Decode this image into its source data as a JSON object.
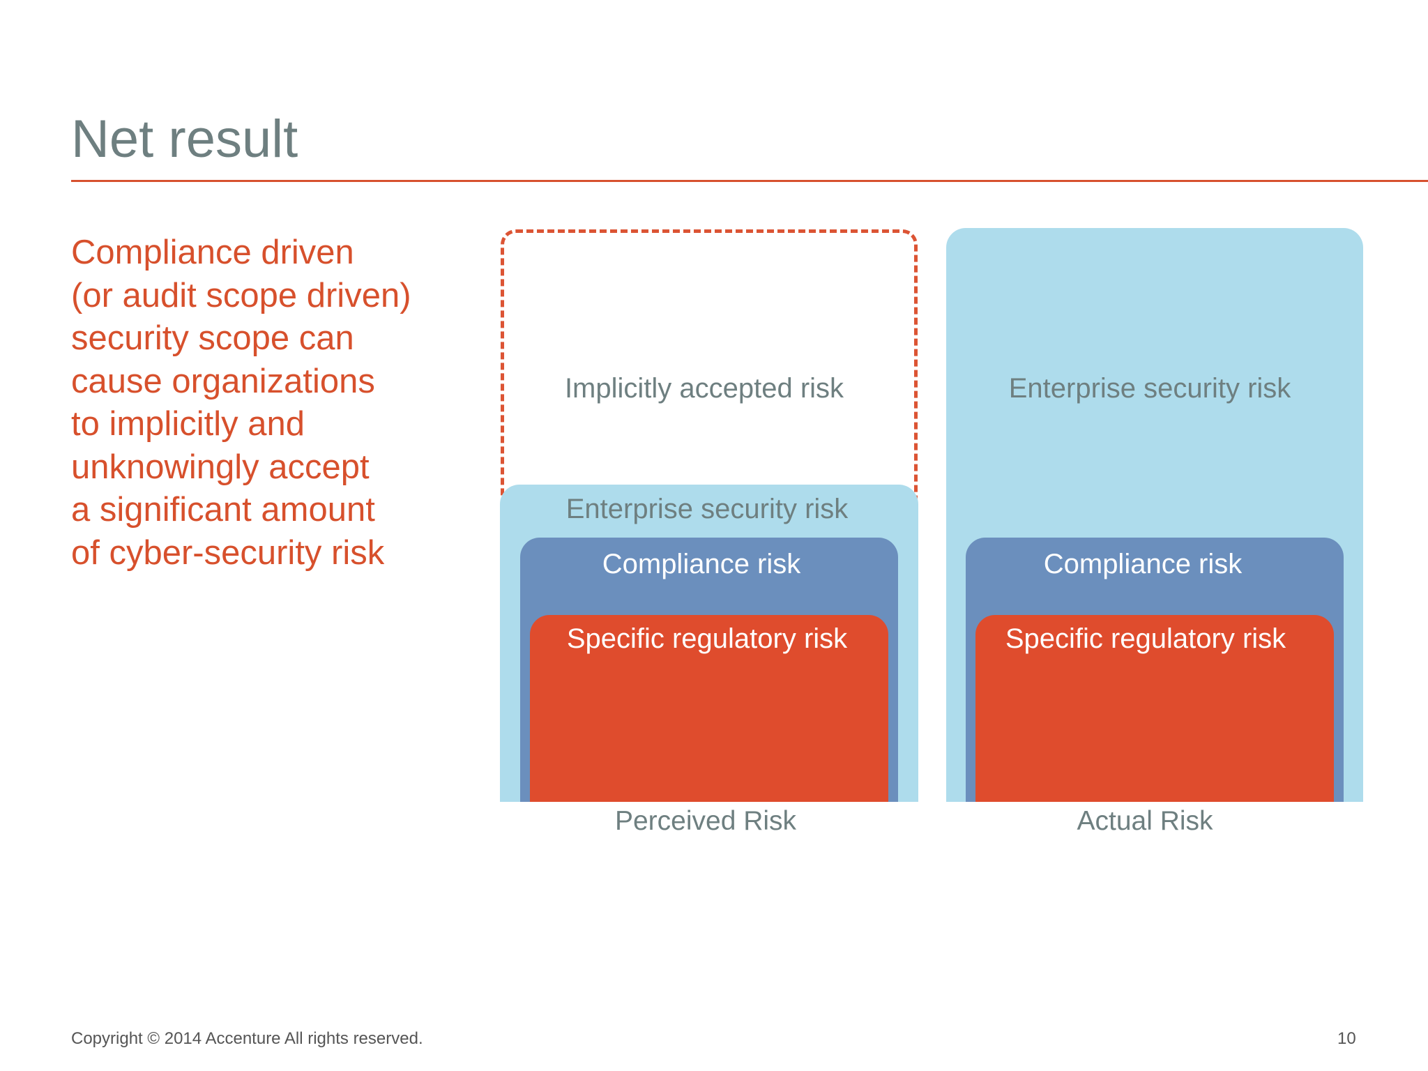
{
  "slide": {
    "title": "Net result",
    "lead_lines": [
      "Compliance driven",
      "(or audit scope driven)",
      "security scope can",
      "cause organizations",
      "to implicitly and",
      "unknowingly accept",
      "a significant amount",
      "of cyber-security risk"
    ]
  },
  "diagram": {
    "perceived": {
      "implicit_label": "Implicitly accepted risk",
      "enterprise_label": "Enterprise security risk",
      "compliance_label": "Compliance risk",
      "regulatory_label": "Specific regulatory risk",
      "caption": "Perceived Risk"
    },
    "actual": {
      "enterprise_label": "Enterprise security risk",
      "compliance_label": "Compliance risk",
      "regulatory_label": "Specific regulatory risk",
      "caption": "Actual Risk"
    },
    "colors": {
      "enterprise": "#aedcec",
      "compliance": "#6b8fbd",
      "regulatory": "#df4c2d",
      "dashed_outline": "#dc5434",
      "title": "#6e7f80",
      "accent": "#d7502c"
    }
  },
  "footer": {
    "copyright": "Copyright © 2014 Accenture  All rights reserved.",
    "page_number": "10"
  }
}
